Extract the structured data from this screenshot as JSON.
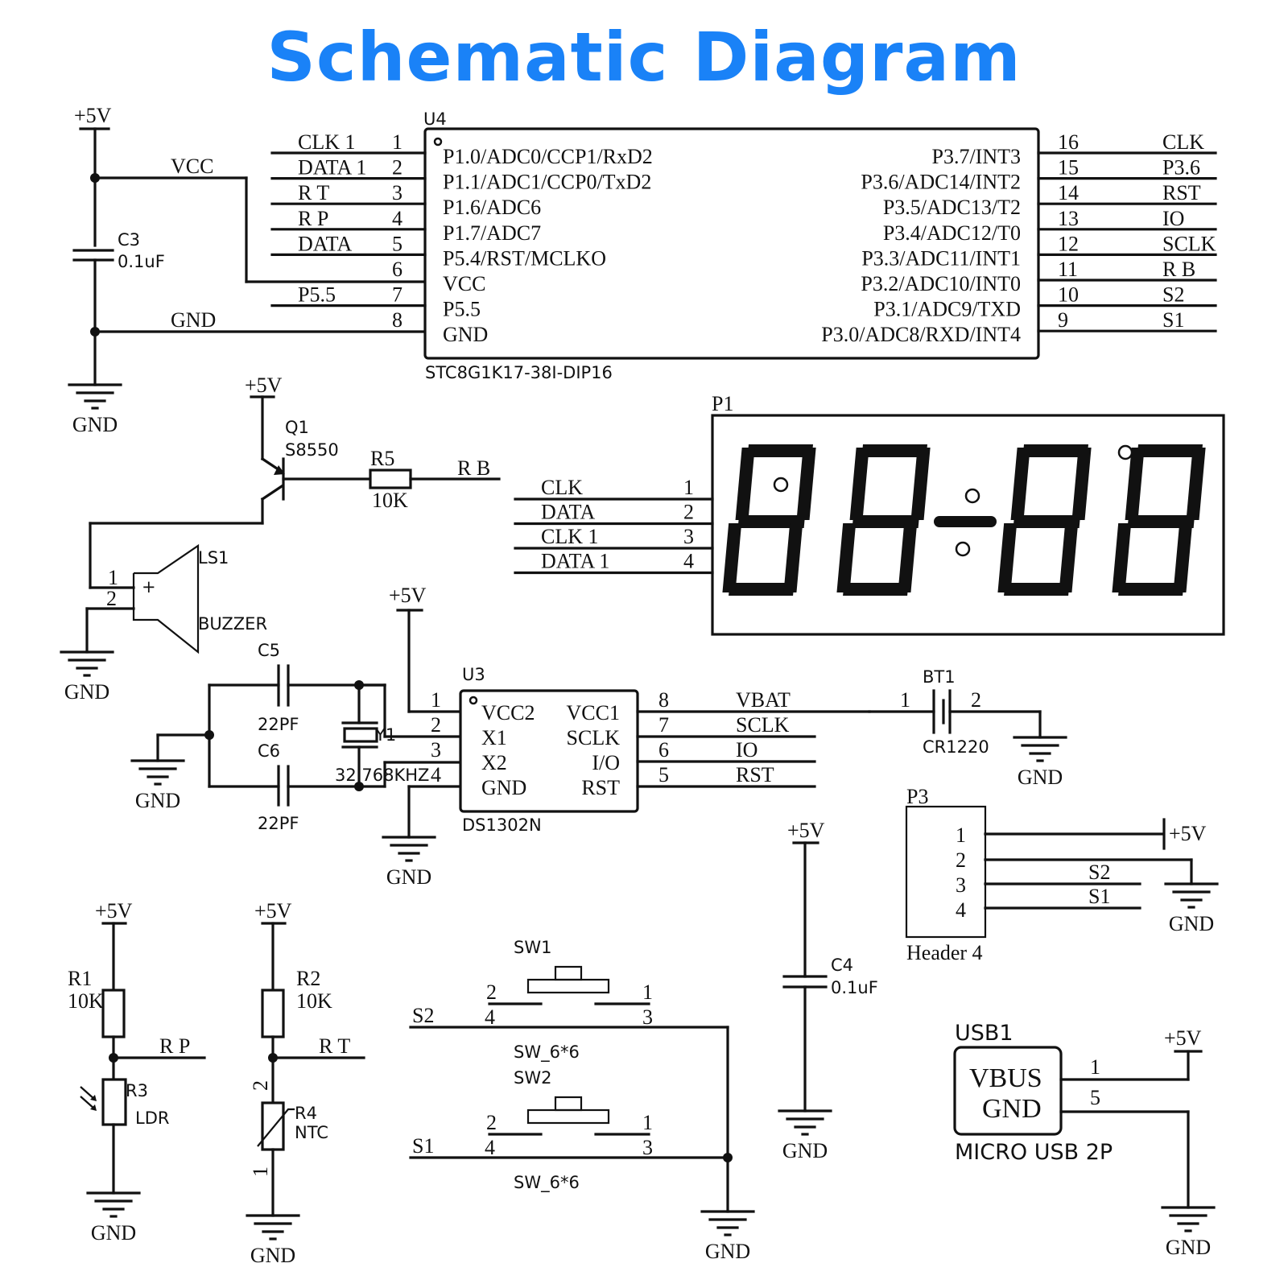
{
  "title": "Schematic Diagram",
  "colors": {
    "title": "#1a82f7",
    "ink": "#111111",
    "background": "#ffffff"
  },
  "power": {
    "vcc_label": "+5V",
    "gnd_label": "GND",
    "vcc_net": "VCC"
  },
  "u4": {
    "ref": "U4",
    "part": "STC8G1K17-38I-DIP16",
    "left_pins": [
      {
        "num": "1",
        "net": "CLK 1",
        "name": "P1.0/ADC0/CCP1/RxD2"
      },
      {
        "num": "2",
        "net": "DATA 1",
        "name": "P1.1/ADC1/CCP0/TxD2"
      },
      {
        "num": "3",
        "net": "R T",
        "name": "P1.6/ADC6"
      },
      {
        "num": "4",
        "net": "R P",
        "name": "P1.7/ADC7"
      },
      {
        "num": "5",
        "net": "DATA",
        "name": "P5.4/RST/MCLKO"
      },
      {
        "num": "6",
        "net": "",
        "name": "VCC"
      },
      {
        "num": "7",
        "net": "P5.5",
        "name": "P5.5"
      },
      {
        "num": "8",
        "net": "",
        "name": "GND"
      }
    ],
    "right_pins": [
      {
        "num": "16",
        "net": "CLK",
        "name": "P3.7/INT3"
      },
      {
        "num": "15",
        "net": "P3.6",
        "name": "P3.6/ADC14/INT2"
      },
      {
        "num": "14",
        "net": "RST",
        "name": "P3.5/ADC13/T2"
      },
      {
        "num": "13",
        "net": "IO",
        "name": "P3.4/ADC12/T0"
      },
      {
        "num": "12",
        "net": "SCLK",
        "name": "P3.3/ADC11/INT1"
      },
      {
        "num": "11",
        "net": "R B",
        "name": "P3.2/ADC10/INT0"
      },
      {
        "num": "10",
        "net": "S2",
        "name": "P3.1/ADC9/TXD"
      },
      {
        "num": "9",
        "net": "S1",
        "name": "P3.0/ADC8/RXD/INT4"
      }
    ]
  },
  "c3": {
    "ref": "C3",
    "value": "0.1uF"
  },
  "q1": {
    "ref": "Q1",
    "part": "S8550"
  },
  "r5": {
    "ref": "R5",
    "value": "10K",
    "net": "R B"
  },
  "ls1": {
    "ref": "LS1",
    "part": "BUZZER",
    "pin1": "1",
    "pin2": "2",
    "polarity": "+"
  },
  "p1": {
    "ref": "P1",
    "display": "88:88",
    "pins": [
      {
        "num": "1",
        "net": "CLK"
      },
      {
        "num": "2",
        "net": "DATA"
      },
      {
        "num": "3",
        "net": "CLK 1"
      },
      {
        "num": "4",
        "net": "DATA 1"
      }
    ]
  },
  "u3": {
    "ref": "U3",
    "part": "DS1302N",
    "left_pins": [
      {
        "num": "1",
        "name": "VCC2"
      },
      {
        "num": "2",
        "name": "X1"
      },
      {
        "num": "3",
        "name": "X2"
      },
      {
        "num": "4",
        "name": "GND"
      }
    ],
    "right_pins": [
      {
        "num": "8",
        "name": "VCC1",
        "net": "VBAT"
      },
      {
        "num": "7",
        "name": "SCLK",
        "net": "SCLK"
      },
      {
        "num": "6",
        "name": "I/O",
        "net": "IO"
      },
      {
        "num": "5",
        "name": "RST",
        "net": "RST"
      }
    ]
  },
  "c5": {
    "ref": "C5",
    "value": "22PF"
  },
  "c6": {
    "ref": "C6",
    "value": "22PF"
  },
  "y1": {
    "ref": "Y1",
    "value": "32.768KHZ"
  },
  "bt1": {
    "ref": "BT1",
    "part": "CR1220",
    "pin1": "1",
    "pin2": "2"
  },
  "p3": {
    "ref": "P3",
    "part": "Header 4",
    "pins": [
      {
        "num": "1",
        "net": "+5V"
      },
      {
        "num": "2",
        "net": "GND"
      },
      {
        "num": "3",
        "net": "S2"
      },
      {
        "num": "4",
        "net": "S1"
      }
    ]
  },
  "c4": {
    "ref": "C4",
    "value": "0.1uF"
  },
  "r1": {
    "ref": "R1",
    "value": "10K"
  },
  "r3": {
    "ref": "R3",
    "part": "LDR",
    "net": "R P"
  },
  "r2": {
    "ref": "R2",
    "value": "10K"
  },
  "r4": {
    "ref": "R4",
    "part": "NTC",
    "net": "R T",
    "pin2": "2",
    "pin1": "1"
  },
  "sw1": {
    "ref": "SW1",
    "part": "SW_6*6",
    "net": "S2",
    "pins": [
      "2",
      "1",
      "4",
      "3"
    ]
  },
  "sw2": {
    "ref": "SW2",
    "part": "SW_6*6",
    "net": "S1",
    "pins": [
      "2",
      "1",
      "4",
      "3"
    ]
  },
  "usb1": {
    "ref": "USB1",
    "part": "MICRO USB 2P",
    "pins": [
      {
        "num": "1",
        "name": "VBUS"
      },
      {
        "num": "5",
        "name": "GND"
      }
    ]
  }
}
